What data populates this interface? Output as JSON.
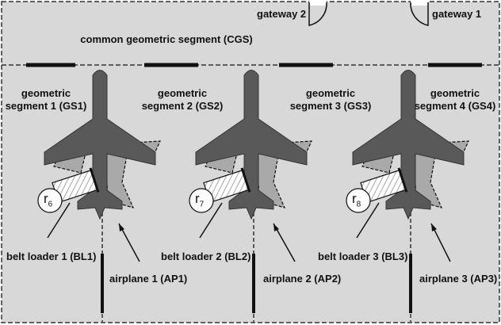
{
  "colors": {
    "floor": "#d8d8d8",
    "floor_border": "#333333",
    "airplane": "#595959",
    "segment_shadow": "#a9a9a9",
    "belt_loader": "#ffffff",
    "line": "#111111"
  },
  "gateways": [
    {
      "label": "gateway 2"
    },
    {
      "label": "gateway 1"
    }
  ],
  "cgs_label": "common geometric segment (CGS)",
  "segments": [
    {
      "line1": "geometric",
      "line2": "segment 1 (GS1)"
    },
    {
      "line1": "geometric",
      "line2": "segment 2 (GS2)"
    },
    {
      "line1": "geometric",
      "line2": "segment 3 (GS3)"
    },
    {
      "line1": "geometric",
      "line2": "segment 4 (GS4)"
    }
  ],
  "robots": [
    {
      "letter": "r",
      "index": "6"
    },
    {
      "letter": "r",
      "index": "7"
    },
    {
      "letter": "r",
      "index": "8"
    }
  ],
  "belt_loaders": [
    {
      "label": "belt loader 1 (BL1)"
    },
    {
      "label": "belt loader 2 (BL2)"
    },
    {
      "label": "belt loader 3 (BL3)"
    }
  ],
  "airplanes": [
    {
      "label": "airplane 1 (AP1)"
    },
    {
      "label": "airplane 2 (AP2)"
    },
    {
      "label": "airplane 3 (AP3)"
    }
  ],
  "icons": [
    "airplane-icon",
    "belt-loader-icon",
    "robot-icon",
    "gateway-door-icon"
  ]
}
